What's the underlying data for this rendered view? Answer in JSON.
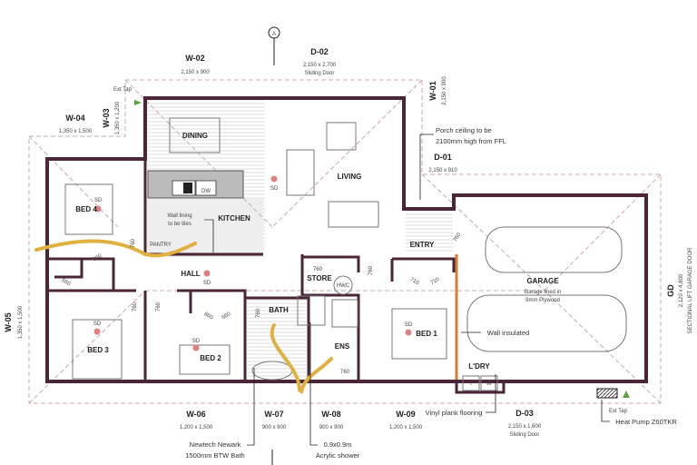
{
  "colors": {
    "wall": "#4a2638",
    "insulated_wall": "#e07a30",
    "plumbing_path": "#e0b040",
    "smoke_detector": "#e08080",
    "tap": "#5aa040"
  },
  "section_marker": "A",
  "rooms": {
    "dining": "DINING",
    "living": "LIVING",
    "kitchen": "KITCHEN",
    "pantry": "PANTRY",
    "bed4": "BED 4",
    "hall": "HALL",
    "store": "STORE",
    "hwc": "HWC",
    "bath": "BATH",
    "ens": "ENS",
    "bed3": "BED 3",
    "bed2": "BED 2",
    "bed1": "BED 1",
    "entry": "ENTRY",
    "garage": "GARAGE",
    "laundry": "L'DRY",
    "dw": "DW",
    "tub": "T",
    "washer": "W"
  },
  "smoke_detector_label": "SD",
  "door_sizes": {
    "d760": "760",
    "d660": "660",
    "d710": "710"
  },
  "openings": {
    "w02": {
      "tag": "W-02",
      "size": "2,150 x 900"
    },
    "d02": {
      "tag": "D-02",
      "size": "2,150 x 2,700",
      "type": "Sliding Door"
    },
    "w01": {
      "tag": "W-01",
      "size": "2,150 x 900"
    },
    "w03": {
      "tag": "W-03",
      "size": "1,350 x 1,200"
    },
    "w04": {
      "tag": "W-04",
      "size": "1,350 x 1,500"
    },
    "d01": {
      "tag": "D-01",
      "size": "2,150 x 910"
    },
    "gd": {
      "tag": "GD",
      "size": "2,120 x 4,800",
      "type": "SECTIONAL LIFT GARAGE DOOR"
    },
    "w05": {
      "tag": "W-05",
      "size": "1,350 x 1,500"
    },
    "w06": {
      "tag": "W-06",
      "size": "1,200 x 1,500"
    },
    "w07": {
      "tag": "W-07",
      "size": "900 x 900"
    },
    "w08": {
      "tag": "W-08",
      "size": "900 x 900"
    },
    "w09": {
      "tag": "W-09",
      "size": "1,200 x 1,500"
    },
    "d03": {
      "tag": "D-03",
      "size": "2,150 x 1,600",
      "type": "Sliding Door"
    }
  },
  "notes": {
    "ext_tap_top": "Ext Tap",
    "porch_1": "Porch ceiling to be",
    "porch_2": "2100mm high from FFL",
    "wall_lining_1": "Wall lining",
    "wall_lining_2": "to be tiles",
    "garage_lined_1": "Garage lined in",
    "garage_lined_2": "9mm Plywood",
    "wall_insulated": "Wall insulated",
    "vinyl": "Vinyl plank flooring",
    "ext_tap_bottom": "Ext Tap",
    "heat_pump": "Heat Pump Z60TKR",
    "bath_1": "Newtech Newark",
    "bath_2": "1500mm BTW Bath",
    "shower_1": "0.9x0.9m",
    "shower_2": "Acrylic shower"
  }
}
